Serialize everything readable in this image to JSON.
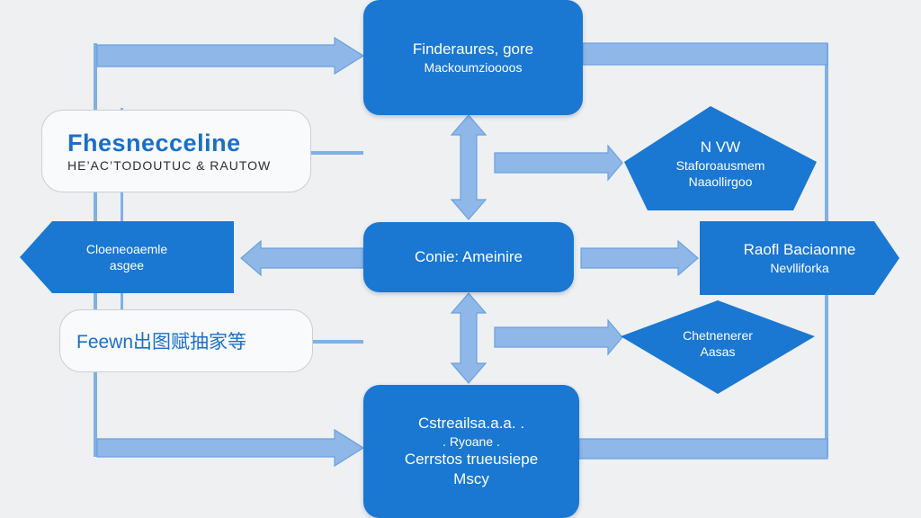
{
  "colors": {
    "background": "#eef0f2",
    "node_blue": "#1a77d2",
    "connector_blue": "#8fb8e8",
    "connector_stroke": "#6aa0de",
    "outline_gray": "#c9cfd6"
  },
  "nodes": {
    "top": {
      "lines": [
        "Finderaures, gore",
        "Mackoumzioooos"
      ]
    },
    "identity": {
      "title": "Fhesnecceline",
      "subtitle": "HE’AC’TODOUTUC & RAUTOW"
    },
    "hexagon": {
      "lines": [
        "N VW",
        "Staforoausmem",
        "Naaollirgoo"
      ]
    },
    "left": {
      "lines": [
        "Cloeneoaemle",
        "asgee"
      ]
    },
    "center": {
      "lines": [
        "Conie: Ameinire"
      ]
    },
    "right": {
      "lines": [
        "Raofl Baciaonne",
        "Nevlliforka"
      ]
    },
    "feature": {
      "text": "Feewn出图赋抽家等"
    },
    "diamond": {
      "lines": [
        "Chetnenerer",
        "Aasas"
      ]
    },
    "bottom": {
      "lines": [
        "Cstreailsa.a.a. .",
        ". Ryoane .",
        "Cerrstos trueusiepe",
        "Mscy"
      ]
    }
  }
}
